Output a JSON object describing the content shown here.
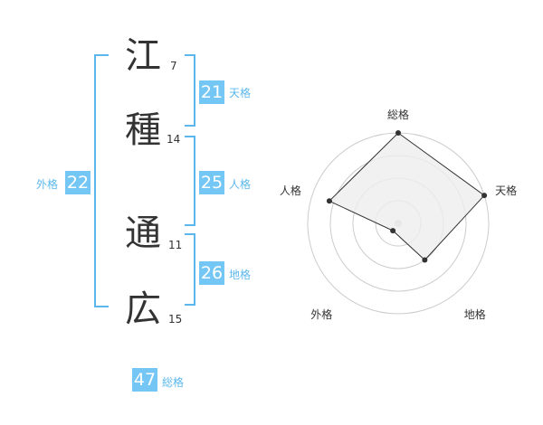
{
  "name_chars": [
    {
      "char": "江",
      "strokes": "7"
    },
    {
      "char": "種",
      "strokes": "14"
    },
    {
      "char": "通",
      "strokes": "11"
    },
    {
      "char": "広",
      "strokes": "15"
    }
  ],
  "kaku": {
    "tenkaku": {
      "value": "21",
      "label": "天格"
    },
    "jinkaku": {
      "value": "25",
      "label": "人格"
    },
    "chikaku": {
      "value": "26",
      "label": "地格"
    },
    "gaikaku": {
      "value": "22",
      "label": "外格"
    },
    "soukaku": {
      "value": "47",
      "label": "総格"
    }
  },
  "chart_data": {
    "type": "radar",
    "axes": [
      "総格",
      "天格",
      "地格",
      "外格",
      "人格"
    ],
    "values": [
      5,
      5,
      2.5,
      0.5,
      4
    ],
    "range": [
      0,
      5
    ],
    "rings": 4,
    "colors": {
      "fill": "#eeeeee",
      "line": "#333333",
      "grid": "#cccccc",
      "center": "#cccccc"
    }
  },
  "colors": {
    "accent": "#74c7f4",
    "bracket": "#5cb8ec"
  }
}
